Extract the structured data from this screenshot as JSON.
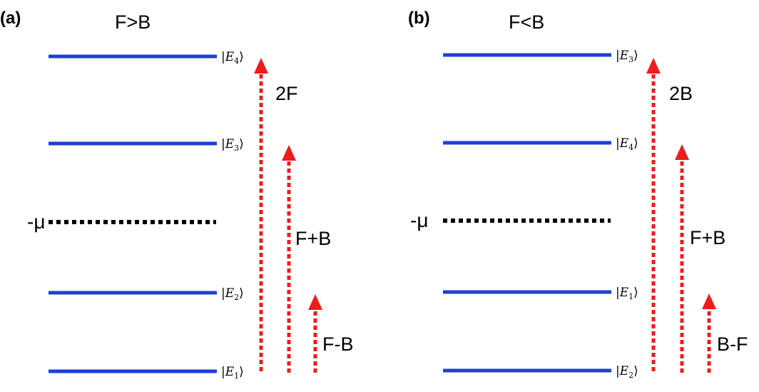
{
  "colors": {
    "level": "#1f3fd6",
    "chemical_potential": "#000000",
    "transition": "#ee1c1c"
  },
  "panels": [
    {
      "letter": "(a)",
      "title": "F>B",
      "mu_label": "-μ",
      "levels": [
        {
          "name": "E",
          "sub": "4"
        },
        {
          "name": "E",
          "sub": "3"
        },
        {
          "name": "E",
          "sub": "2"
        },
        {
          "name": "E",
          "sub": "1"
        }
      ],
      "transitions": [
        {
          "label": "2F"
        },
        {
          "label": "F+B"
        },
        {
          "label": "F-B"
        }
      ]
    },
    {
      "letter": "(b)",
      "title": "F<B",
      "mu_label": "-μ",
      "levels": [
        {
          "name": "E",
          "sub": "3"
        },
        {
          "name": "E",
          "sub": "4"
        },
        {
          "name": "E",
          "sub": "1"
        },
        {
          "name": "E",
          "sub": "2"
        }
      ],
      "transitions": [
        {
          "label": "2B"
        },
        {
          "label": "F+B"
        },
        {
          "label": "B-F"
        }
      ]
    }
  ]
}
